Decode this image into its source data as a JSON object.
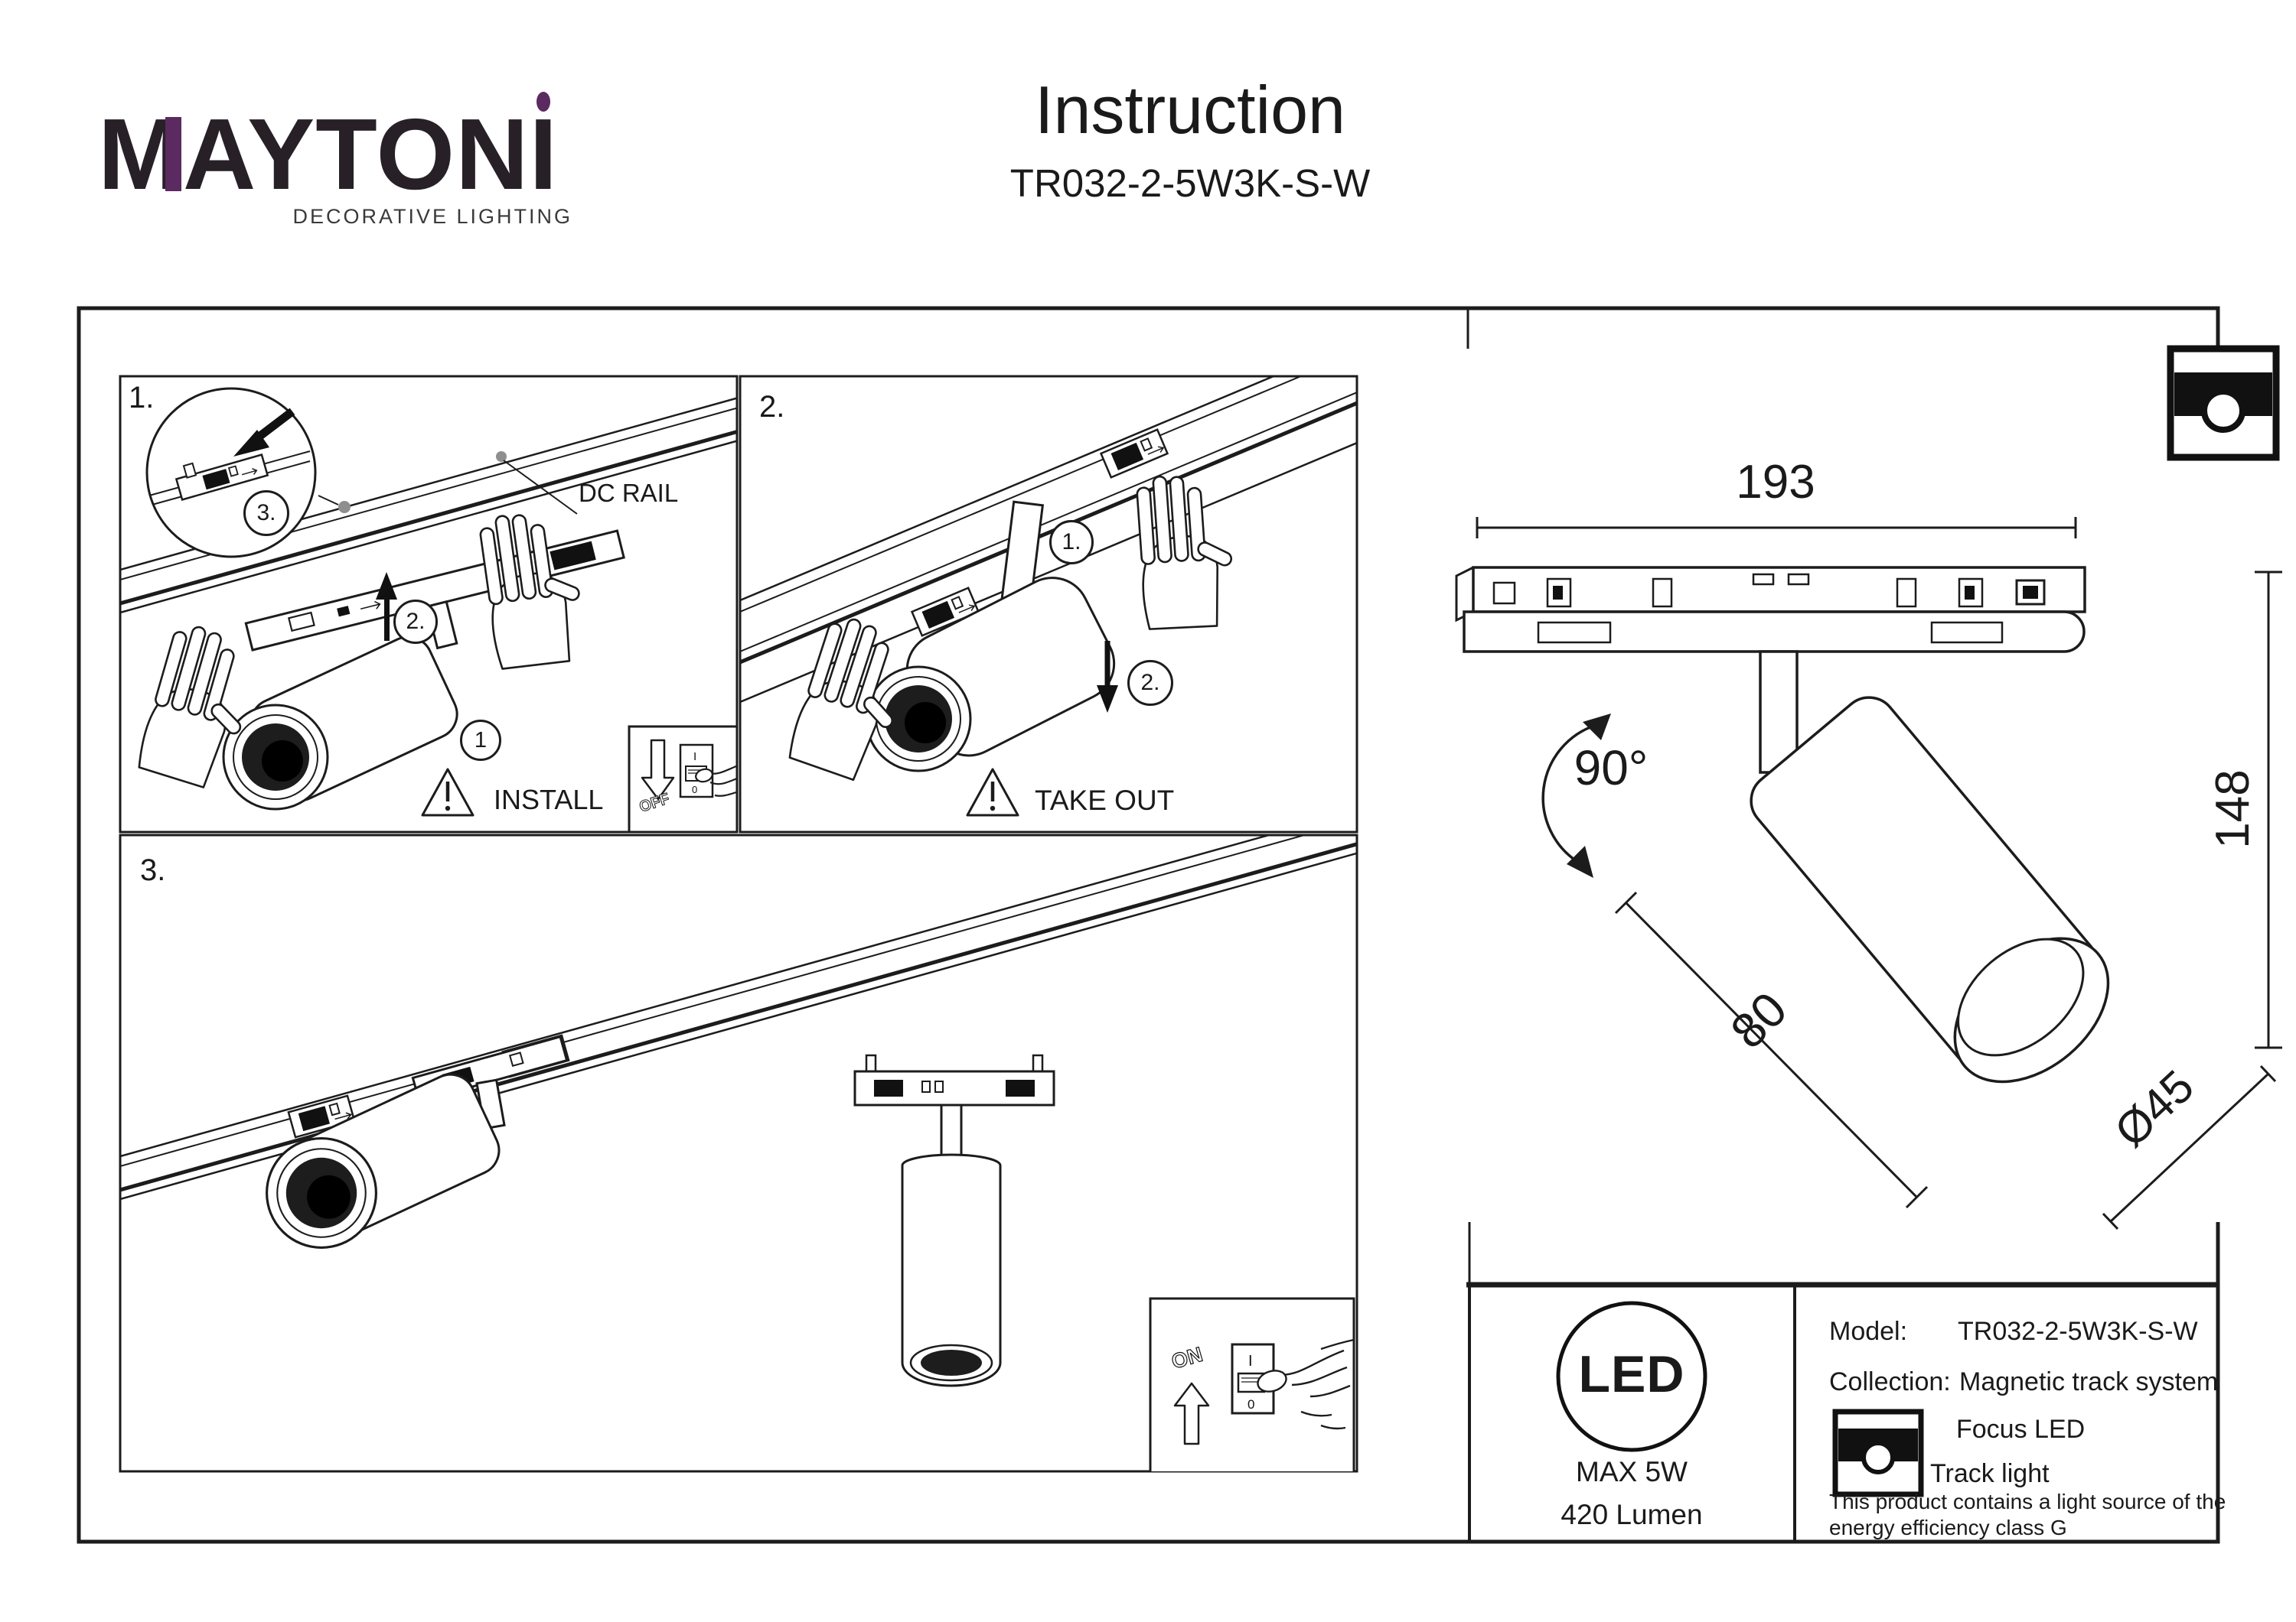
{
  "header": {
    "logo": {
      "text": "MAYTONI",
      "prefix": "MAYTON",
      "last_letter": "I",
      "tagline": "DECORATIVE LIGHTING"
    },
    "title": "Instruction",
    "subtitle": "TR032-2-5W3K-S-W"
  },
  "panels": {
    "install": {
      "step_label": "1.",
      "zoom_step": "3.",
      "rail_label": "DC RAIL",
      "unit_step": "1",
      "lift_step": "2.",
      "warning": "INSTALL",
      "switch_label": "OFF",
      "switch_on": "I",
      "switch_off": "0"
    },
    "take_out": {
      "step_label": "2.",
      "hold_step": "1.",
      "pull_step": "2.",
      "warning": "TAKE OUT"
    },
    "final": {
      "step_label": "3.",
      "switch_label": "ON",
      "switch_on": "I",
      "switch_off": "0"
    }
  },
  "dimensions": {
    "track_length": "193",
    "height": "148",
    "rotation": "90°",
    "body_length": "80",
    "diameter": "Ø45"
  },
  "spec": {
    "led_badge": "LED",
    "max_power": "MAX 5W",
    "luminous_flux": "420 Lumen",
    "model_label": "Model:",
    "model_value": "TR032-2-5W3K-S-W",
    "collection_label": "Collection:",
    "collection_value": "Magnetic track system",
    "type_line1": "Focus LED",
    "type_line2": "Track light",
    "eco_line1": "This product contains a light source of the",
    "eco_line2": "energy efficiency class G"
  },
  "colors": {
    "accent_purple": "#5b2a60",
    "line": "#1c1c1c"
  }
}
